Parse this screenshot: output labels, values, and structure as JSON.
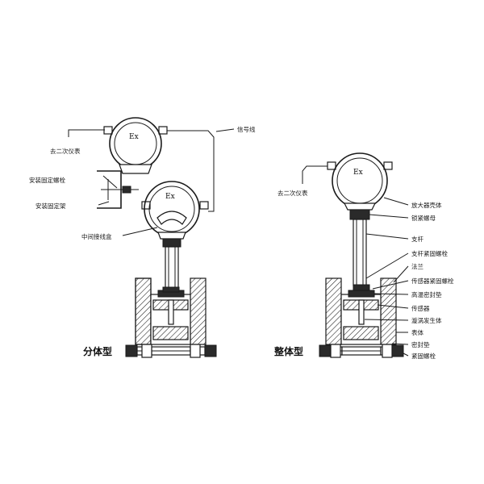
{
  "figure": {
    "left": {
      "caption": "分体型",
      "ex_upper": "Ex",
      "ex_lower": "Ex",
      "labels": {
        "secondary_instrument": "去二次仪表",
        "signal_wire": "信号线",
        "mounting_bolt": "安装固定螺栓",
        "mounting_bracket": "安装固定架",
        "junction_box": "中间接线盒"
      }
    },
    "right": {
      "caption": "整体型",
      "ex": "Ex",
      "labels": {
        "secondary_instrument": "去二次仪表",
        "amplifier_housing": "放大器壳体",
        "lock_nut": "锁紧螺母",
        "support_rod": "支杆",
        "rod_fastening_bolt": "支杆紧固螺栓",
        "flange": "法兰",
        "sensor_fastening_bolt": "传感器紧固螺栓",
        "high_temp_gasket": "高温密封垫",
        "sensor": "传感器",
        "vortex_generator": "漩涡发生体",
        "meter_body": "表体",
        "gasket": "密封垫",
        "fastening_bolt": "紧固螺栓"
      }
    }
  }
}
